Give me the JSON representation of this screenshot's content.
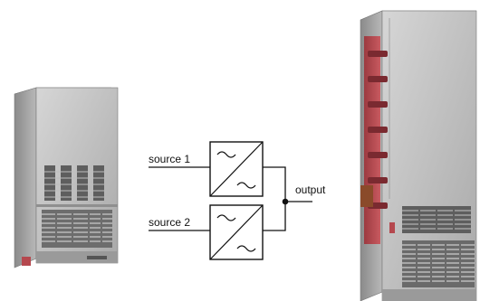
{
  "diagram": {
    "source1_label": "source 1",
    "source2_label": "source 2",
    "output_label": "output",
    "converter_symbol": "ac-to-ac-converter-icon"
  },
  "colors": {
    "background": "#ffffff",
    "line": "#111111",
    "cabinet_metal": "#bdbdbd",
    "busbar": "#b5484e"
  }
}
